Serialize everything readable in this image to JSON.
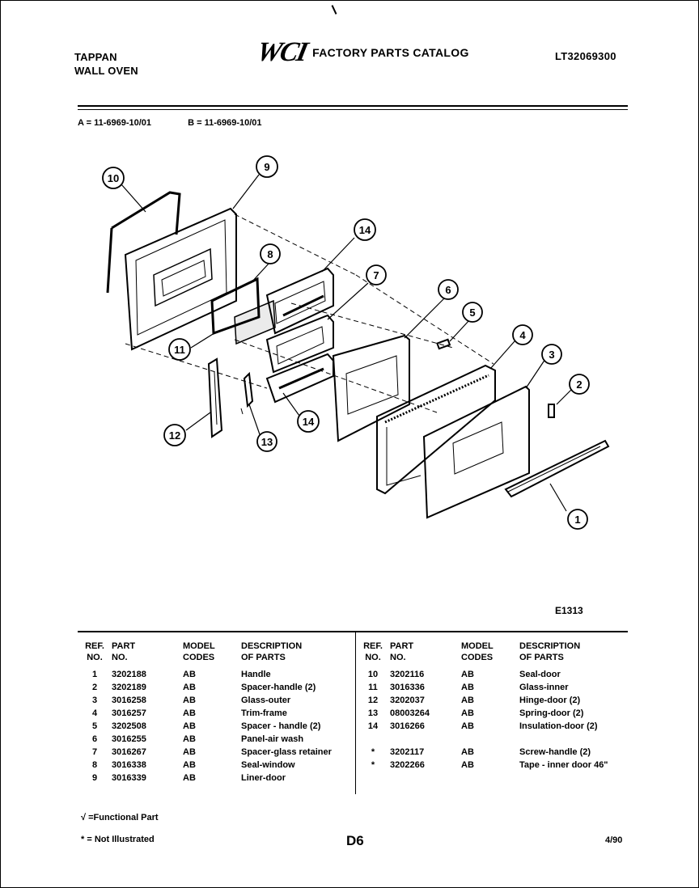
{
  "header": {
    "brand_line1": "TAPPAN",
    "brand_line2": "WALL OVEN",
    "logo_text": "WCI",
    "catalog_title": "FACTORY PARTS CATALOG",
    "catalog_number": "LT32069300"
  },
  "models": {
    "a": "A = 11-6969-10/01",
    "b": "B = 11-6969-10/01"
  },
  "diagram": {
    "code": "E1313",
    "callouts": [
      "10",
      "9",
      "8",
      "14",
      "7",
      "6",
      "5",
      "4",
      "3",
      "2",
      "11",
      "14",
      "12",
      "13",
      "1"
    ]
  },
  "table": {
    "headers": {
      "ref": [
        "REF.",
        "NO."
      ],
      "part": [
        "PART",
        "NO."
      ],
      "codes": [
        "MODEL",
        "CODES"
      ],
      "desc": [
        "DESCRIPTION",
        "OF PARTS"
      ]
    },
    "left_rows": [
      {
        "ref": "1",
        "part": "3202188",
        "code": "AB",
        "desc": "Handle"
      },
      {
        "ref": "2",
        "part": "3202189",
        "code": "AB",
        "desc": "Spacer-handle (2)"
      },
      {
        "ref": "3",
        "part": "3016258",
        "code": "AB",
        "desc": "Glass-outer"
      },
      {
        "ref": "4",
        "part": "3016257",
        "code": "AB",
        "desc": "Trim-frame"
      },
      {
        "ref": "5",
        "part": "3202508",
        "code": "AB",
        "desc": "Spacer - handle (2)"
      },
      {
        "ref": "6",
        "part": "3016255",
        "code": "AB",
        "desc": "Panel-air wash"
      },
      {
        "ref": "7",
        "part": "3016267",
        "code": "AB",
        "desc": "Spacer-glass retainer"
      },
      {
        "ref": "8",
        "part": "3016338",
        "code": "AB",
        "desc": "Seal-window"
      },
      {
        "ref": "9",
        "part": "3016339",
        "code": "AB",
        "desc": "Liner-door"
      }
    ],
    "right_rows": [
      {
        "ref": "10",
        "part": "3202116",
        "code": "AB",
        "desc": "Seal-door"
      },
      {
        "ref": "11",
        "part": "3016336",
        "code": "AB",
        "desc": "Glass-inner"
      },
      {
        "ref": "12",
        "part": "3202037",
        "code": "AB",
        "desc": "Hinge-door (2)"
      },
      {
        "ref": "13",
        "part": "08003264",
        "code": "AB",
        "desc": "Spring-door (2)"
      },
      {
        "ref": "14",
        "part": "3016266",
        "code": "AB",
        "desc": "Insulation-door (2)"
      },
      {
        "ref": "",
        "part": "",
        "code": "",
        "desc": ""
      },
      {
        "ref": "*",
        "part": "3202117",
        "code": "AB",
        "desc": "Screw-handle (2)"
      },
      {
        "ref": "*",
        "part": "3202266",
        "code": "AB",
        "desc": "Tape - inner door 46\""
      }
    ]
  },
  "footer": {
    "legend_functional": "√ =Functional Part",
    "legend_not_illustrated": "* = Not Illustrated",
    "page_id": "D6",
    "page_date": "4/90"
  }
}
